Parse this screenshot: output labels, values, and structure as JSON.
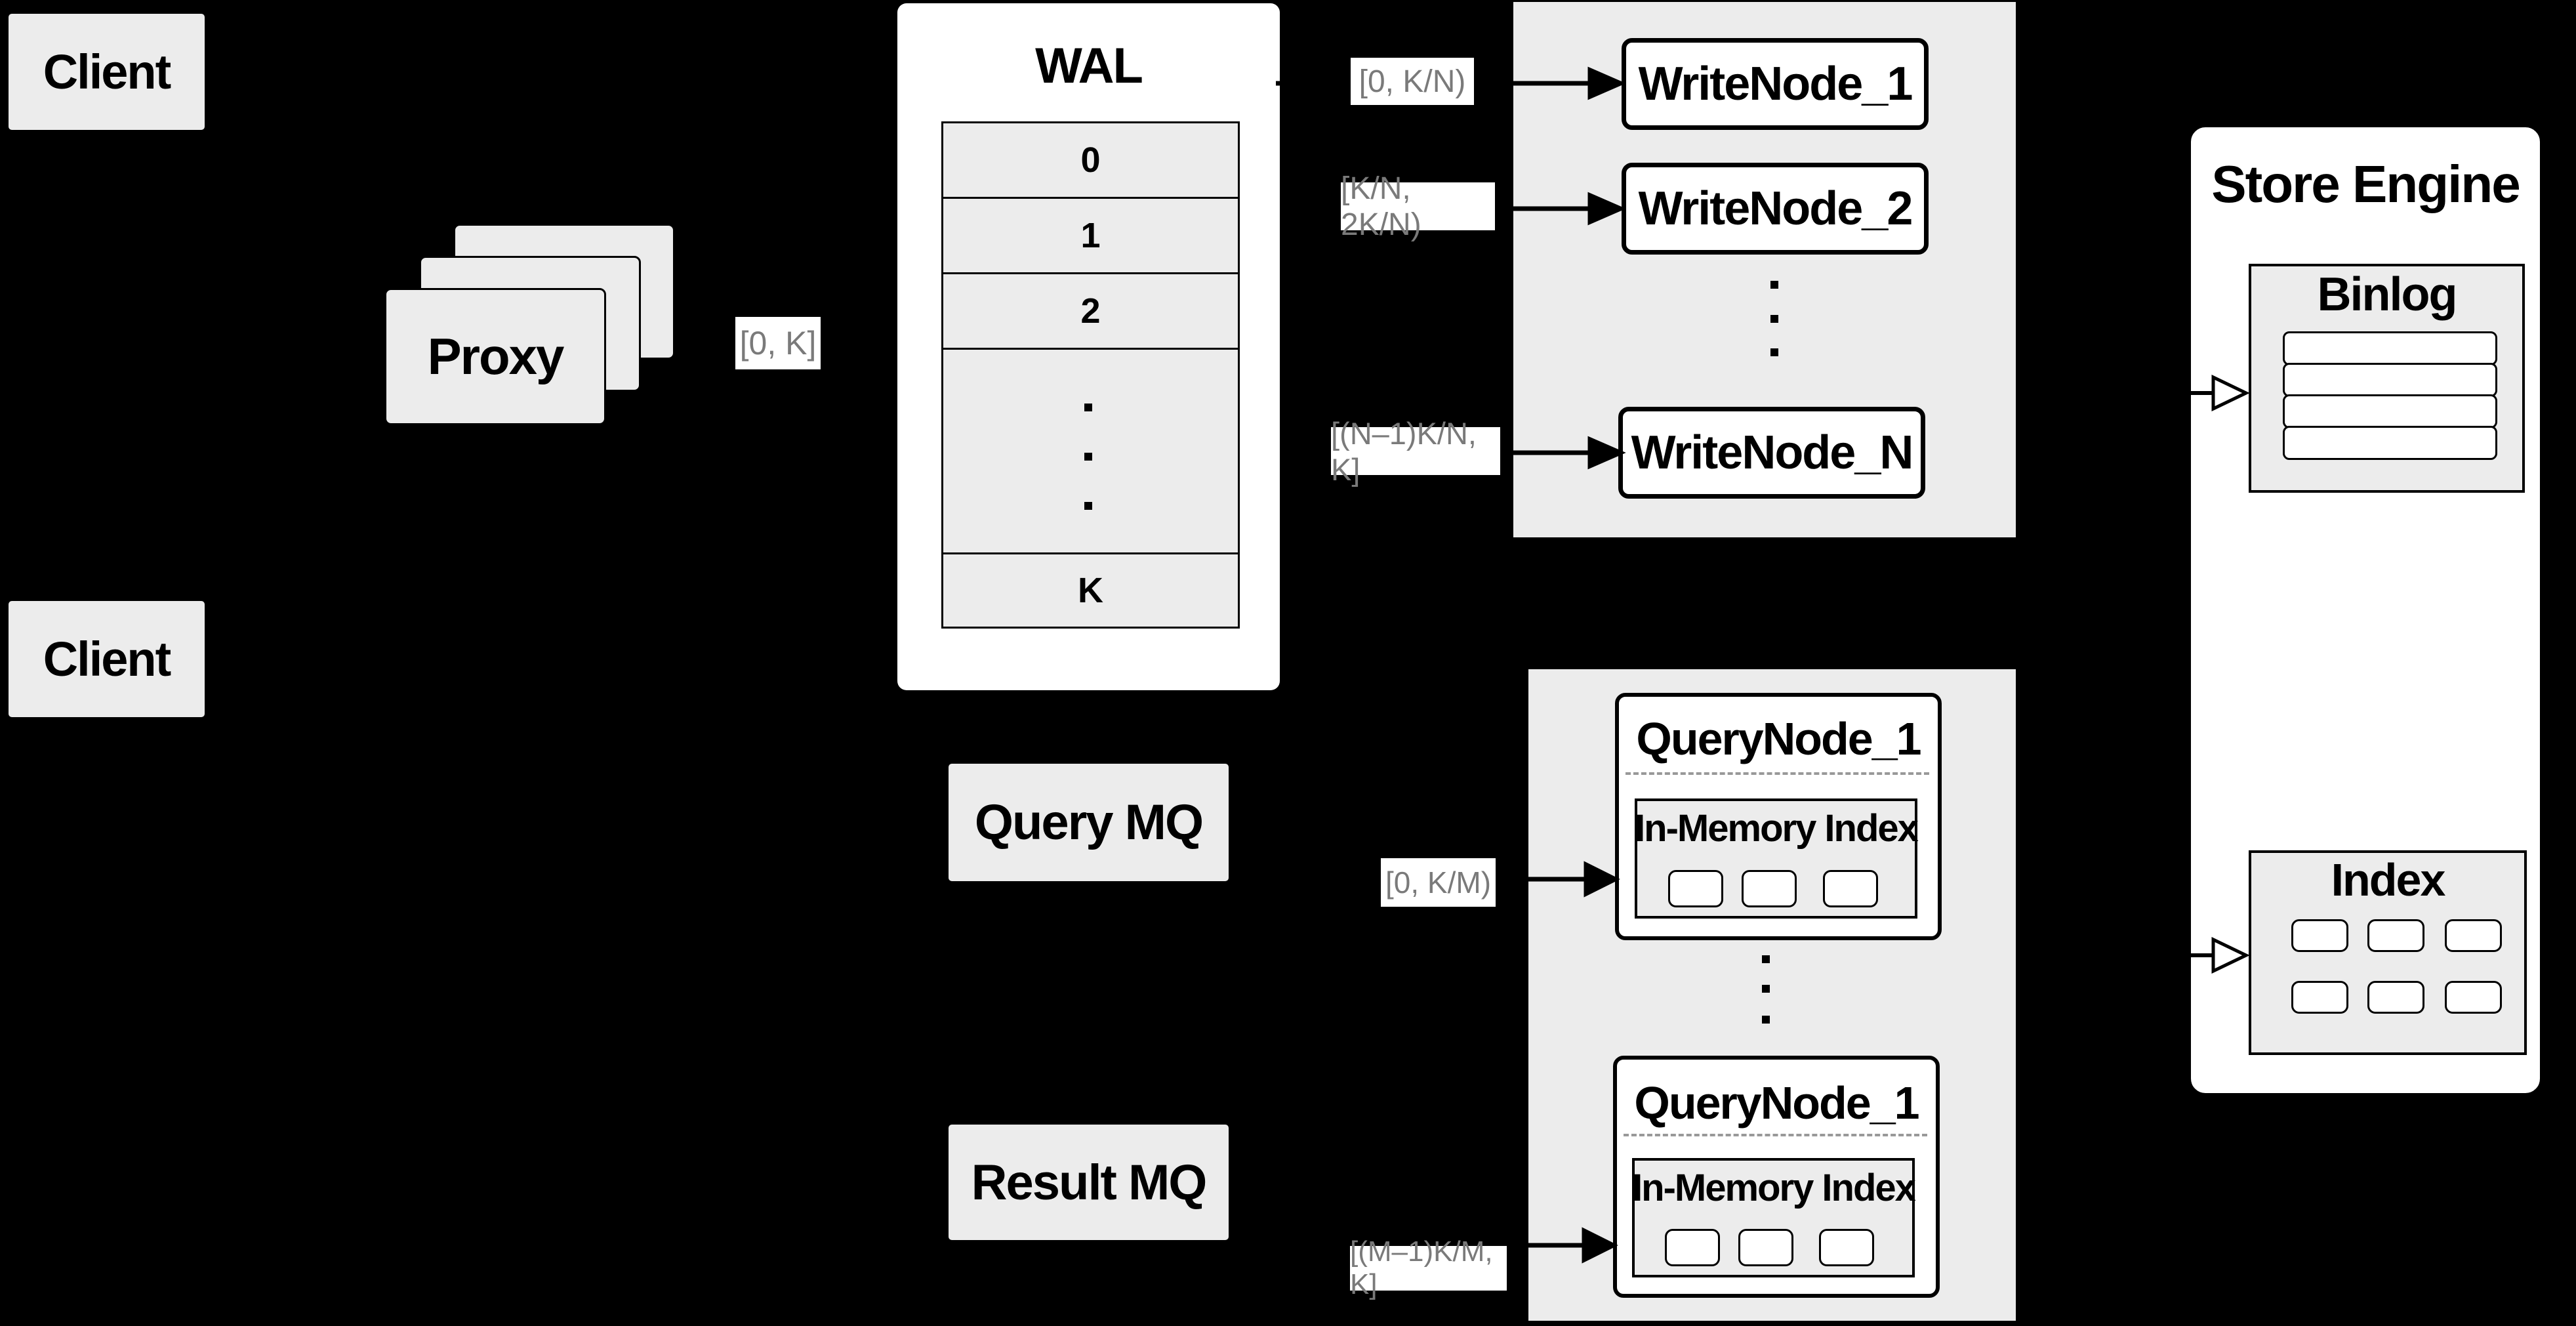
{
  "colors": {
    "background": "#000000",
    "container_fill": "#ececec",
    "node_fill": "#ffffff",
    "line": "#000000",
    "range_label_text": "#7a7a7a",
    "dashed_separator": "#999999"
  },
  "clients": {
    "top": "Client",
    "bottom": "Client"
  },
  "proxy": {
    "label": "Proxy",
    "range_label": "[0, K]"
  },
  "wal": {
    "title": "WAL",
    "rows": [
      "0",
      "1",
      "2",
      "K"
    ]
  },
  "write_group": {
    "nodes": [
      "WriteNode_1",
      "WriteNode_2",
      "WriteNode_N"
    ],
    "range_labels": [
      "[0, K/N)",
      "[K/N, 2K/N)",
      "[(N–1)K/N, K]"
    ]
  },
  "query_group": {
    "nodes": [
      {
        "title": "QueryNode_1",
        "inner_title": "In-Memory Index"
      },
      {
        "title": "QueryNode_1",
        "inner_title": "In-Memory Index"
      }
    ],
    "range_labels": [
      "[0, K/M)",
      "[(M–1)K/M, K]"
    ]
  },
  "mq": {
    "query": "Query MQ",
    "result": "Result MQ"
  },
  "store_engine": {
    "title": "Store Engine",
    "binlog_title": "Binlog",
    "index_title": "Index"
  }
}
